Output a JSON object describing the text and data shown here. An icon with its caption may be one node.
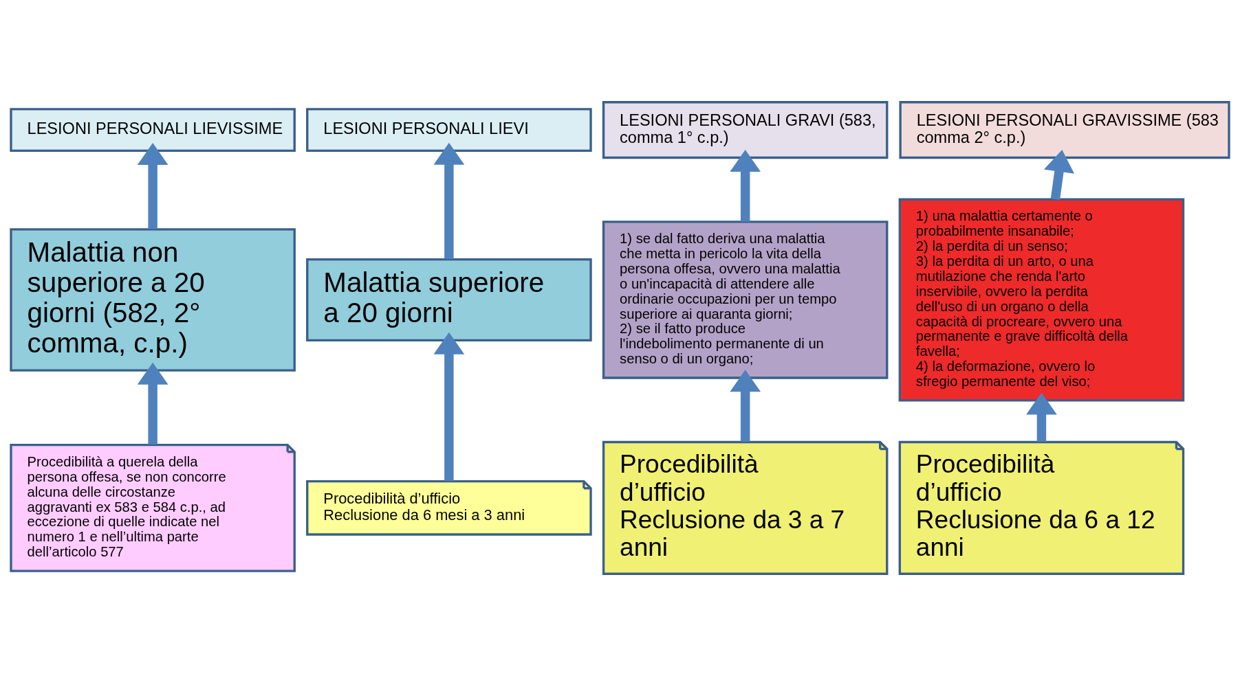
{
  "diagram": {
    "nodes": [
      {
        "text": [
          "LESIONI PERSONALI LIEVISSIME"
        ]
      },
      {
        "text": [
          "LESIONI PERSONALI LIEVI"
        ]
      },
      {
        "text": [
          "LESIONI PERSONALI GRAVI (583, comma 1° c.p.)"
        ]
      },
      {
        "text": [
          "LESIONI PERSONALI GRAVISSIME (583 comma 2° c.p.)"
        ]
      },
      {
        "text": [
          "Malattia non superiore a 20 giorni (582, 2° comma, c.p.)"
        ]
      },
      {
        "text": [
          "Malattia superiore a 20 giorni"
        ]
      },
      {
        "text": [
          "1) se dal fatto deriva una malattia che metta in pericolo la vita della persona offesa, ovvero una malattia o un'incapacità di attendere alle ordinarie occupazioni per un tempo superiore ai quaranta giorni;",
          "2) se il fatto produce l'indebolimento permanente di un senso o di un organo;"
        ]
      },
      {
        "text": [
          "1) una malattia certamente o probabilmente insanabile;",
          "2) la perdita di un senso;",
          "3) la perdita di un arto, o una mutilazione che renda l'arto inservibile, ovvero la perdita dell'uso di un organo o della capacità di procreare, ovvero una permanente e grave difficoltà della favella;",
          "4) la deformazione, ovvero lo sfregio permanente del viso;"
        ]
      },
      {
        "text": [
          "Procedibilità a querela della persona offesa, se non concorre alcuna delle circostanze aggravanti ex 583 e 584 c.p., ad eccezione di quelle indicate nel numero 1 e nell’ultima parte dell’articolo 577"
        ]
      },
      {
        "text": [
          "Procedibilità d’ufficio",
          "Reclusione da 6 mesi a 3 anni"
        ]
      },
      {
        "text": [
          "Procedibilità d’ufficio",
          "Reclusione da 3 a 7 anni"
        ]
      },
      {
        "text": [
          "Procedibilità d’ufficio",
          "Reclusione da 6 a 12 anni"
        ]
      }
    ],
    "edges": [
      {
        "from": 4,
        "to": 0,
        "arrow": "to"
      },
      {
        "from": 5,
        "to": 1,
        "arrow": "to"
      },
      {
        "from": 6,
        "to": 2,
        "arrow": "to"
      },
      {
        "from": 7,
        "to": 3,
        "arrow": "to"
      },
      {
        "from": 8,
        "to": 4,
        "arrow": "to"
      },
      {
        "from": 9,
        "to": 5,
        "arrow": "to"
      },
      {
        "from": 10,
        "to": 6,
        "arrow": "to"
      },
      {
        "from": 11,
        "to": 7,
        "arrow": "to"
      }
    ]
  }
}
